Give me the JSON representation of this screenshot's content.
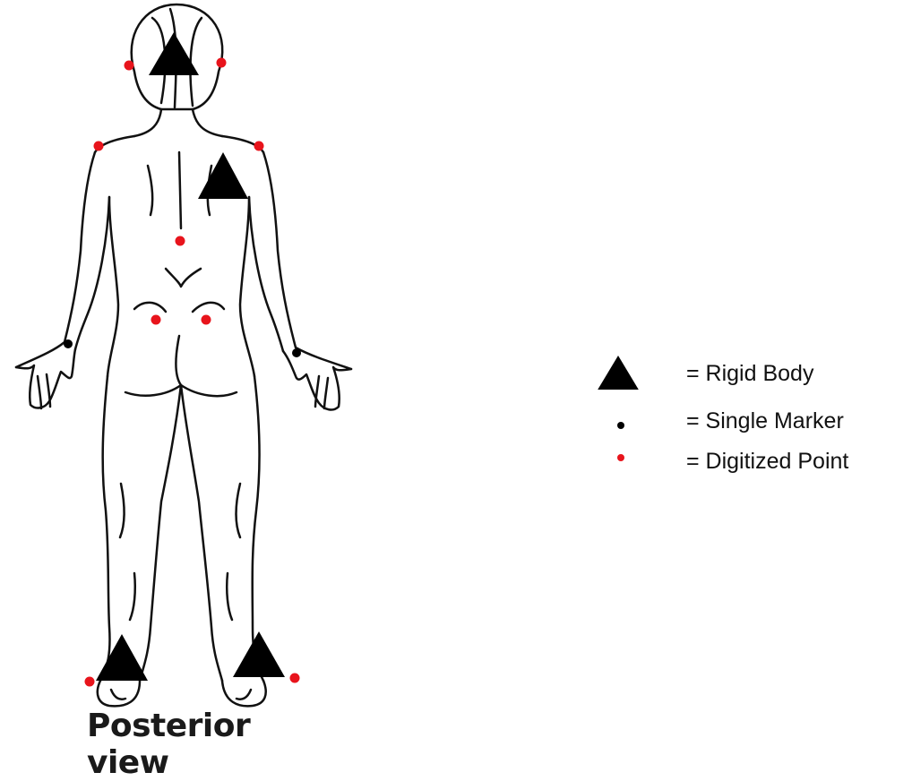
{
  "figure": {
    "caption": "Posterior view"
  },
  "legend": {
    "items": [
      {
        "symbol": "triangle-icon",
        "label": "= Rigid Body",
        "color": "#000000"
      },
      {
        "symbol": "black-dot-icon",
        "label": "= Single Marker",
        "color": "#000000"
      },
      {
        "symbol": "red-dot-icon",
        "label": "= Digitized Point",
        "color": "#e8141c"
      }
    ]
  },
  "colors": {
    "rigid_body": "#000000",
    "single_marker": "#000000",
    "digitized_point": "#e8141c",
    "outline": "#111111"
  }
}
